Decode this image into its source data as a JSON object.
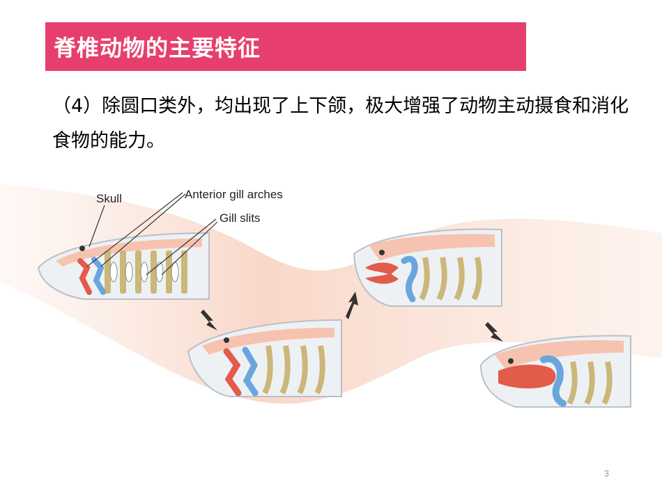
{
  "slide": {
    "title": "脊椎动物的主要特征",
    "body": "（4）除圆口类外，均出现了上下颌，极大增强了动物主动摄食和消化食物的能力。",
    "page_number": "3"
  },
  "diagram": {
    "labels": {
      "skull": "Skull",
      "anterior_gill_arches": "Anterior gill arches",
      "gill_slits": "Gill slits"
    },
    "colors": {
      "band": "#f9d9cc",
      "head_outline": "#d8dde3",
      "skull": "#f6c3b0",
      "vertebra": "#cbb77a",
      "upper_arch": "#e25b4b",
      "lower_arch": "#6aa6dd",
      "arrow": "#333333"
    }
  }
}
